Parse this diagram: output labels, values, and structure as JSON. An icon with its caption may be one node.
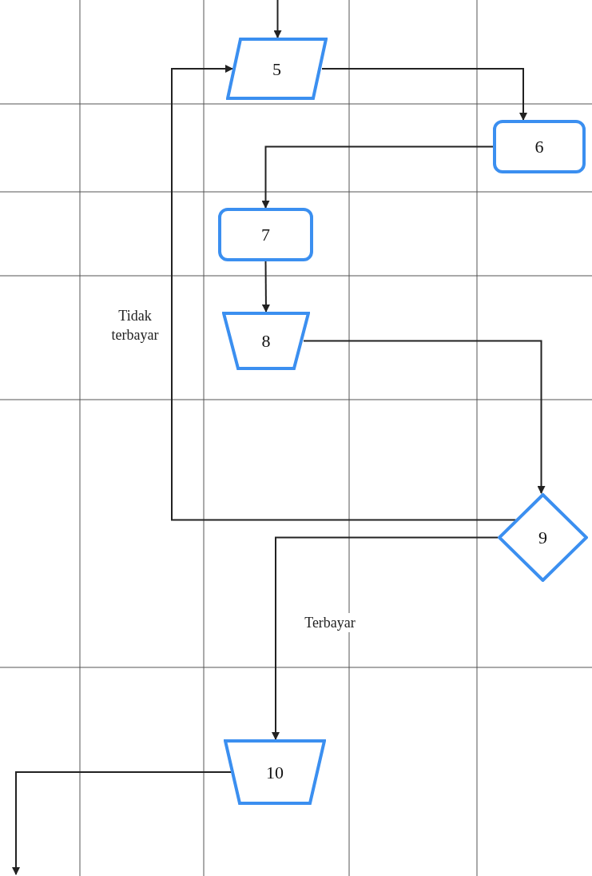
{
  "diagram": {
    "nodes": [
      {
        "text": [
          "5"
        ]
      },
      {
        "text": [
          "6"
        ]
      },
      {
        "text": [
          "7"
        ]
      },
      {
        "text": [
          "8"
        ]
      },
      {
        "text": [
          "9"
        ]
      },
      {
        "text": [
          "10"
        ]
      }
    ],
    "edges": [
      {
        "from": null,
        "to": 0,
        "arrow": "to"
      },
      {
        "from": 0,
        "to": 1,
        "arrow": "to"
      },
      {
        "from": 1,
        "to": 2,
        "arrow": "to"
      },
      {
        "from": 2,
        "to": 3,
        "arrow": "to"
      },
      {
        "from": 3,
        "to": 4,
        "arrow": "to"
      },
      {
        "from": 4,
        "to": 0,
        "arrow": "to",
        "label": "Tidak terbayar"
      },
      {
        "from": 4,
        "to": 5,
        "arrow": "to",
        "label": "Terbayar"
      },
      {
        "from": 5,
        "to": null,
        "arrow": "to"
      }
    ]
  }
}
